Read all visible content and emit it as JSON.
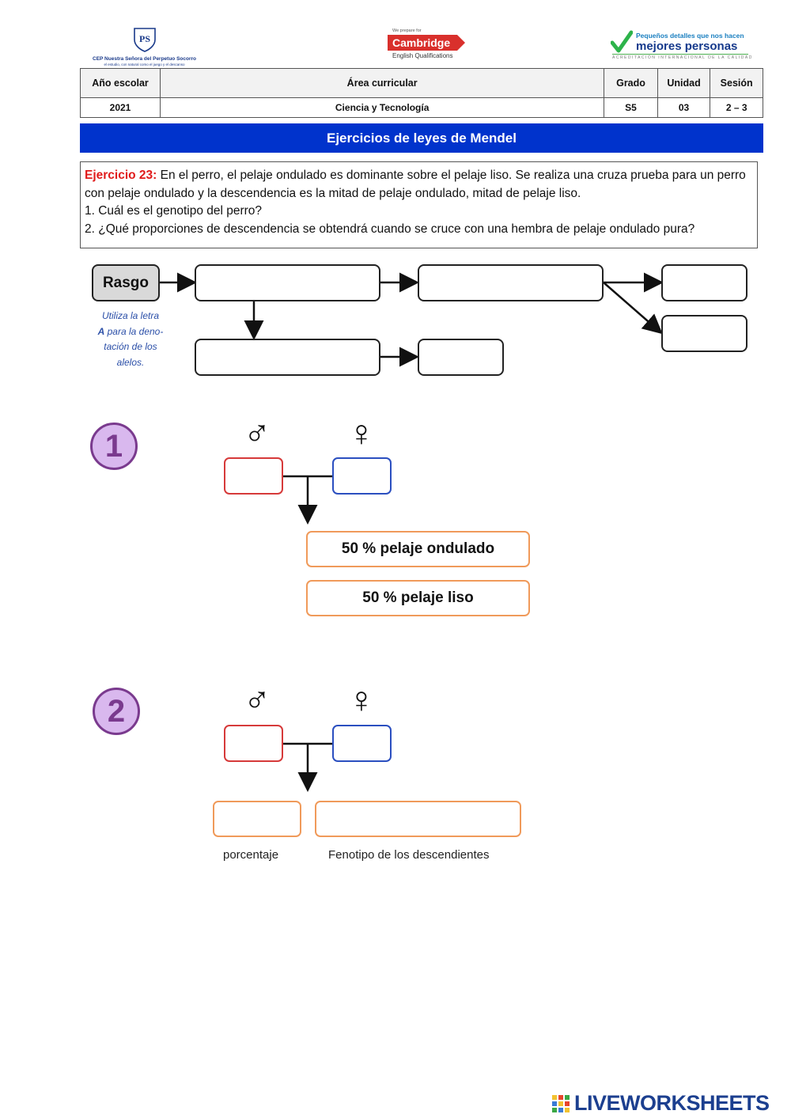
{
  "logos": {
    "school_name": "CEP Nuestra Señora del Perpetuo Socorro",
    "school_motto": "el estudio, con natural como el juego y el descanso",
    "school_initials": "PS",
    "cambridge_prep": "We prepare for",
    "cambridge_name": "Cambridge",
    "cambridge_sub": "English Qualifications",
    "accreditation_small": "Pequeños detalles que nos hacen",
    "accreditation_big": "mejores personas",
    "accreditation_caption": "ACREDITACIÓN INTERNACIONAL DE LA CALIDAD"
  },
  "header_table": {
    "columns": [
      "Año escolar",
      "Área curricular",
      "Grado",
      "Unidad",
      "Sesión"
    ],
    "values": [
      "2021",
      "Ciencia y Tecnología",
      "S5",
      "03",
      "2 – 3"
    ]
  },
  "title": "Ejercicios de leyes de Mendel",
  "exercise": {
    "label": "Ejercicio 23:",
    "text": " En el perro, el pelaje ondulado es dominante sobre el pelaje liso. Se realiza una cruza prueba para un perro con pelaje ondulado y la descendencia es la mitad de pelaje ondulado, mitad de pelaje liso.",
    "q1": "1. Cuál es el genotipo del perro?",
    "q2": "2. ¿Qué proporciones de descendencia se obtendrá cuando se cruce con una hembra de pelaje ondulado pura?"
  },
  "diagram": {
    "rasgo_label": "Rasgo",
    "hint_line1": "Utiliza la letra",
    "hint_letter": "A",
    "hint_line2": " para la deno-",
    "hint_line3": "tación de los",
    "hint_line4": "alelos."
  },
  "section1": {
    "number": "1",
    "male_symbol": "♂",
    "female_symbol": "♀",
    "result1": "50 % pelaje ondulado",
    "result2": "50 % pelaje liso"
  },
  "section2": {
    "number": "2",
    "male_symbol": "♂",
    "female_symbol": "♀",
    "caption_percent": "porcentaje",
    "caption_phenotype": "Fenotipo de los descendientes"
  },
  "footer": {
    "brand": "LIVEWORKSHEETS"
  },
  "colors": {
    "title_bar": "#0033cc",
    "exercise_label": "#e01b1b",
    "male_box": "#d63a3a",
    "female_box": "#2b4fc0",
    "answer_box": "#f09a5a",
    "circle_fill": "#d9b8ee",
    "circle_border": "#7a3a8e"
  }
}
